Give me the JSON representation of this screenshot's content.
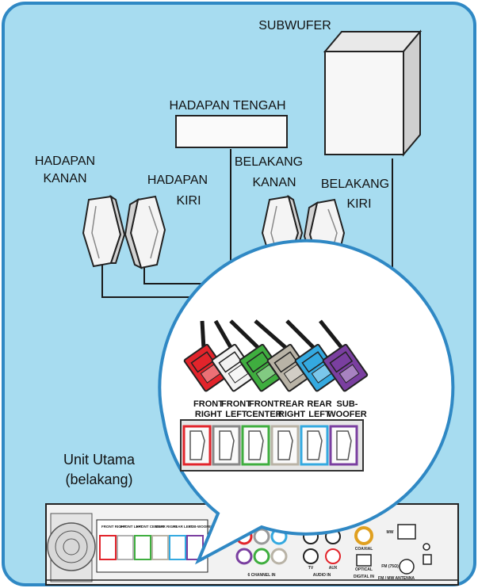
{
  "colors": {
    "background": "#a7dcf0",
    "border": "#2f88c4",
    "red": "#e2242b",
    "white": "#f2f2f2",
    "green": "#3fae3f",
    "grey": "#b9b3a6",
    "blue": "#34a9e0",
    "purple": "#7a3fa0"
  },
  "speakers": {
    "subwoofer": "SUBWUFER",
    "front_center": "HADAPAN TENGAH",
    "front_right_1": "HADAPAN",
    "front_right_2": "KANAN",
    "front_left_1": "HADAPAN",
    "front_left_2": "KIRI",
    "rear_right_1": "BELAKANG",
    "rear_right_2": "KANAN",
    "rear_left_1": "BELAKANG",
    "rear_left_2": "KIRI"
  },
  "connectors": [
    {
      "line1": "FRONT",
      "line2": "RIGHT",
      "color": "#e2242b"
    },
    {
      "line1": "FRONT",
      "line2": "LEFT",
      "color": "#f2f2f2"
    },
    {
      "line1": "FRONT",
      "line2": "CENTER",
      "color": "#3fae3f"
    },
    {
      "line1": "REAR",
      "line2": "RIGHT",
      "color": "#b9b3a6"
    },
    {
      "line1": "REAR",
      "line2": "LEFT",
      "color": "#34a9e0"
    },
    {
      "line1": "SUB-",
      "line2": "WOOFER",
      "color": "#7a3fa0"
    }
  ],
  "main_unit": {
    "label_line1": "Unit Utama",
    "label_line2": "(belakang)"
  },
  "rear_panel": {
    "speaker_terms": [
      "FRONT RIGHT",
      "FRONT LEFT",
      "FRONT CENTER",
      "REAR RIGHT",
      "REAR LEFT",
      "SUB-WOOFER"
    ],
    "coaxial": "COAXIAL",
    "optical": "OPTICAL",
    "digital_in": "DIGITAL IN",
    "audio_in": "AUDIO IN",
    "tv": "TV",
    "aux": "AUX",
    "channel_in": "6 CHANNEL IN",
    "mw": "MW",
    "fm": "FM (75Ω)",
    "antenna": "FM / MW ANTENNA"
  }
}
